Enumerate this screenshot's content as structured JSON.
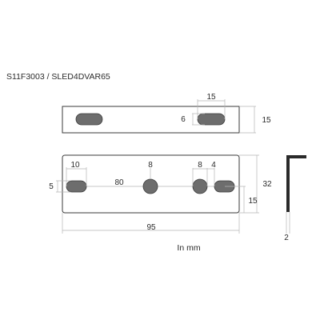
{
  "header": {
    "part_code": "S11F3003 / SLED4DVAR65"
  },
  "top_view": {
    "dim_slot_length": "15",
    "dim_slot_height": "6",
    "dim_plate_height": "15"
  },
  "front_view": {
    "dim_slot_length": "10",
    "dim_slot_height": "5",
    "dim_hole_spacing": "80",
    "dim_hole_1": "8",
    "dim_hole_2": "8",
    "dim_gap": "4",
    "dim_total_height": "32",
    "dim_lower_height": "15",
    "dim_total_width": "95"
  },
  "profile": {
    "dim_thickness": "2"
  },
  "footer": {
    "unit_note": "In mm"
  }
}
